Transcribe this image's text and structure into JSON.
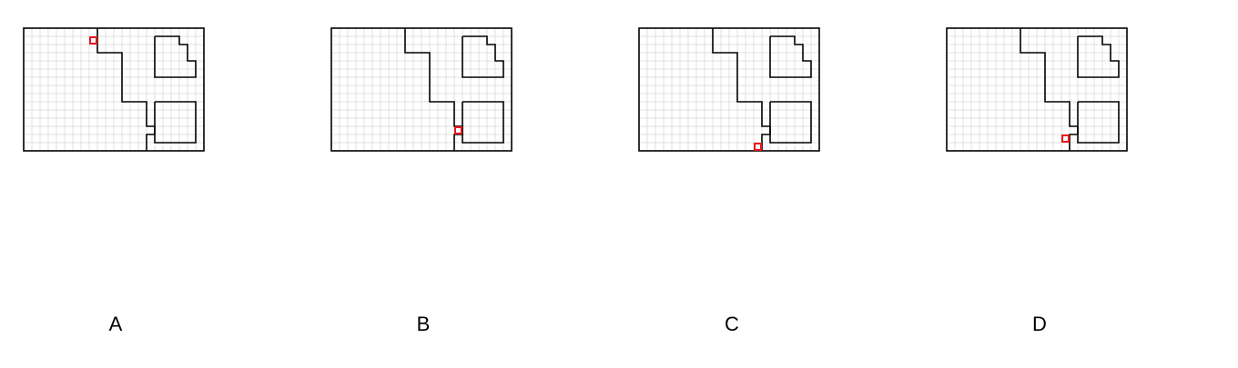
{
  "colors": {
    "background": "#ffffff",
    "grid": "#d9d9d9",
    "wall": "#000000",
    "marker": "#e8141c"
  },
  "options": [
    {
      "label": "A",
      "marker_cell": [
        8,
        1
      ]
    },
    {
      "label": "B",
      "marker_cell": [
        15,
        12
      ]
    },
    {
      "label": "C",
      "marker_cell": [
        14,
        14
      ]
    },
    {
      "label": "D",
      "marker_cell": [
        14,
        13
      ]
    }
  ]
}
